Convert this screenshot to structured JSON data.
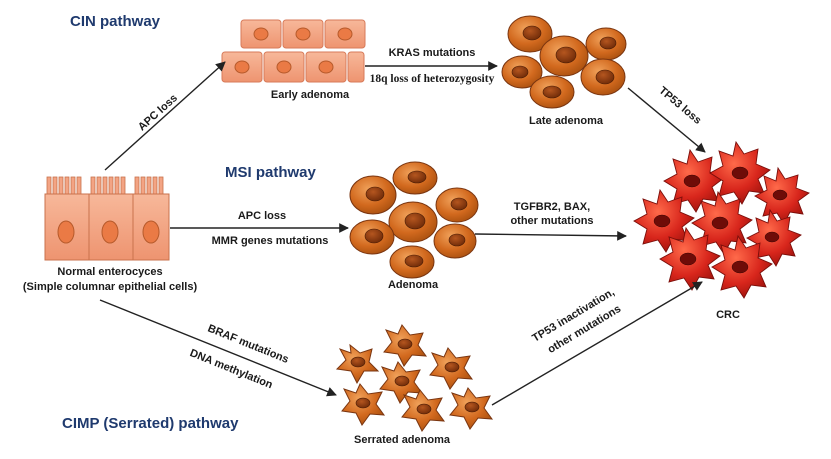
{
  "pathways": {
    "cin": "CIN pathway",
    "msi": "MSI pathway",
    "cimp": "CIMP (Serrated) pathway"
  },
  "stages": {
    "normal_line1": "Normal enterocyces",
    "normal_line2": "(Simple columnar epithelial cells)",
    "early_adenoma": "Early adenoma",
    "late_adenoma": "Late adenoma",
    "adenoma": "Adenoma",
    "serrated_adenoma": "Serrated adenoma",
    "crc": "CRC"
  },
  "events": {
    "apc_loss_cin": "APC loss",
    "kras": "KRAS mutations",
    "loh18q": "18q loss of heterozygosity",
    "tp53_loss": "TP53 loss",
    "apc_loss_msi": "APC loss",
    "mmr": "MMR genes mutations",
    "tgfbr2_line1": "TGFBR2, BAX,",
    "tgfbr2_line2": "other mutations",
    "braf": "BRAF mutations",
    "dna_meth": "DNA methylation",
    "tp53_inact_line1": "TP53 inactivation,",
    "tp53_inact_line2": "other mutations"
  },
  "colors": {
    "heading": "#1f3a6e",
    "normal_cell": "#f3a484",
    "normal_nucleus": "#ea7a45",
    "adenoma_cell": "#d2691e",
    "adenoma_nucleus": "#8b3a0f",
    "crc_cell": "#d8261c",
    "crc_nucleus": "#7a0e0a",
    "arrow": "#222222"
  }
}
